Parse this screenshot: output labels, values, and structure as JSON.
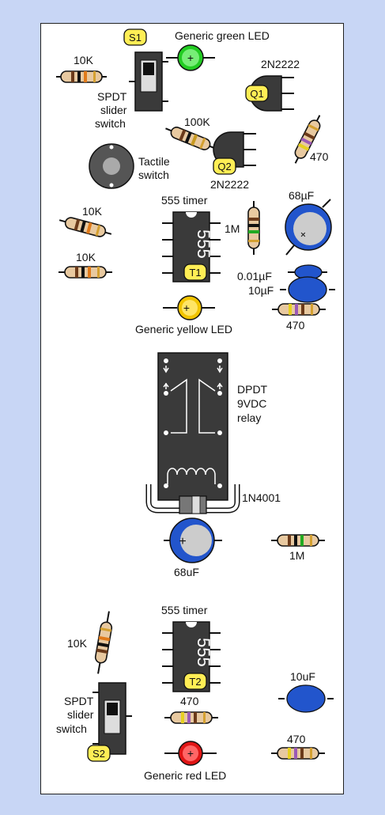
{
  "labels": {
    "s1_tag": "S1",
    "green_led": "Generic green LED",
    "r_10k_a": "10K",
    "spdt1_line1": "SPDT",
    "spdt1_line2": "slider",
    "spdt1_line3": "switch",
    "q1_part": "2N2222",
    "q1_tag": "Q1",
    "r_100k": "100K",
    "r_470_a": "470",
    "tactile_line1": "Tactile",
    "tactile_line2": "switch",
    "q2_tag": "Q2",
    "q2_part": "2N2222",
    "timer1_title": "555 timer",
    "chip1_text": "555",
    "t1_tag": "T1",
    "r_1m_a": "1M",
    "cap_68uf_a": "68µF",
    "r_10k_b": "10K",
    "r_10k_c": "10K",
    "cap_001": "0.01µF",
    "cap_10uf_a": "10µF",
    "r_470_b": "470",
    "yellow_led": "Generic yellow LED",
    "relay_line1": "DPDT",
    "relay_line2": "9VDC",
    "relay_line3": "relay",
    "diode": "1N4001",
    "cap_68uf_b": "68uF",
    "r_1m_b": "1M",
    "timer2_title": "555 timer",
    "chip2_text": "555",
    "t2_tag": "T2",
    "r_10k_d": "10K",
    "cap_10uf_b": "10uF",
    "spdt2_line1": "SPDT",
    "spdt2_line2": "slider",
    "spdt2_line3": "switch",
    "r_470_c": "470",
    "s2_tag": "S2",
    "r_470_d": "470",
    "red_led": "Generic red LED"
  },
  "colors": {
    "background": "#c8d6f5",
    "tag_yellow": "#ffee55",
    "chip": "#3a3a3a",
    "capacitor_blue": "#2255cc",
    "green_led": "#22cc22",
    "yellow_led": "#f2c400",
    "red_led": "#e01515"
  }
}
